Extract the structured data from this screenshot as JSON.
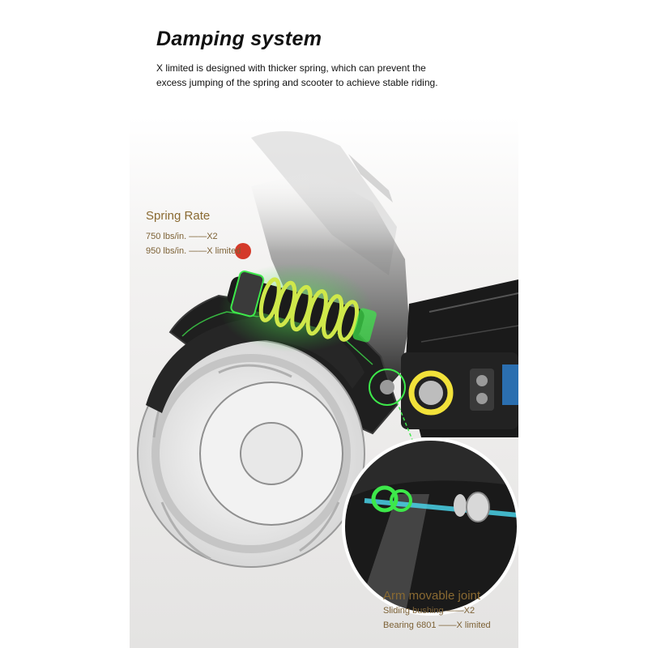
{
  "header": {
    "title": "Damping system",
    "desc_line1": "X limited is designed with thicker spring, which can prevent the",
    "desc_line2": "excess jumping of the spring and scooter to achieve stable riding."
  },
  "spring": {
    "label": "Spring Rate",
    "specs": [
      {
        "text": "750 lbs/in. ——X2"
      },
      {
        "text": "950 lbs/in. ——X limited"
      }
    ]
  },
  "arm": {
    "label": "Arm movable joint",
    "specs": [
      {
        "text": "Sliding bushing ——X2"
      },
      {
        "text": "Bearing 6801  ——X limited"
      }
    ]
  },
  "colors": {
    "accent_green": "#3de84a",
    "accent_yellow": "#f2e23a",
    "label_gold": "#8a6a32"
  }
}
